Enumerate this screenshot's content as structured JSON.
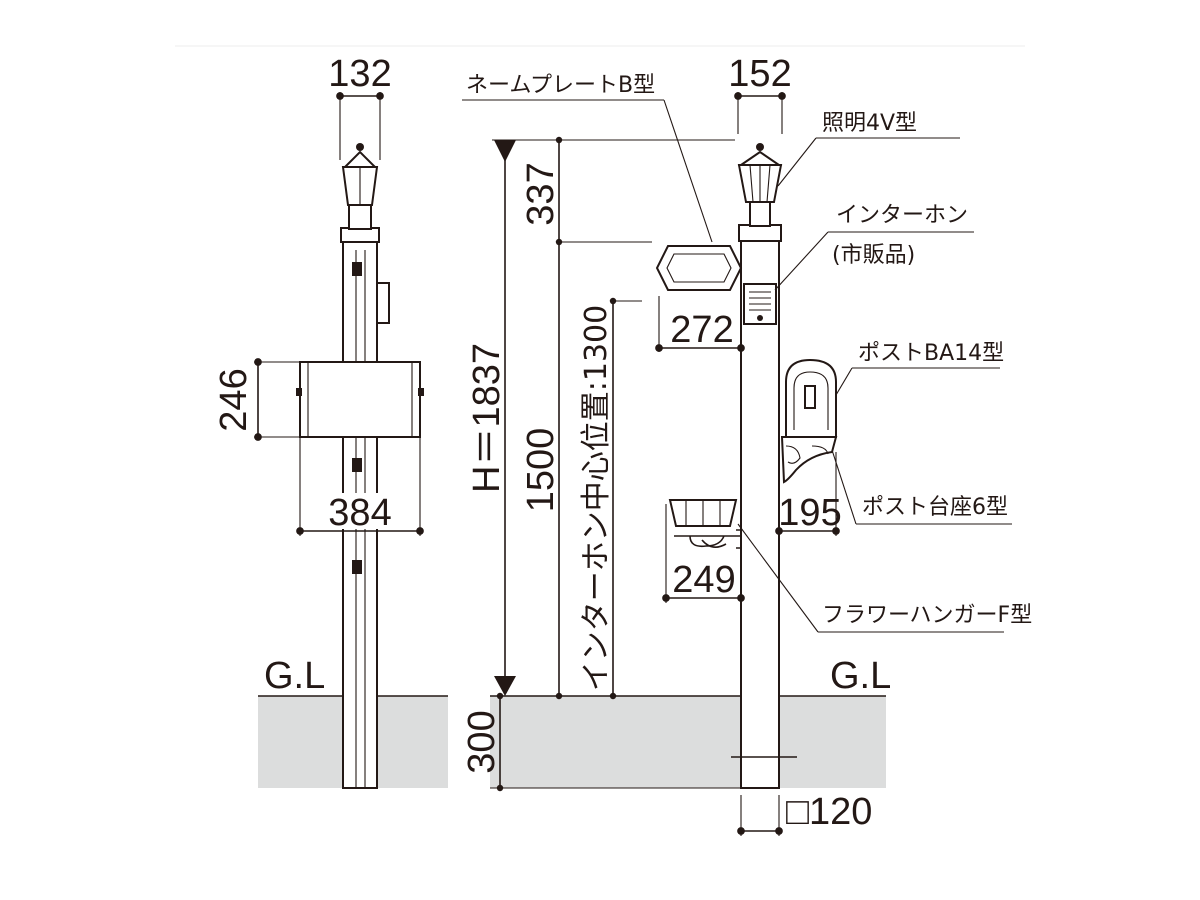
{
  "dimensions": {
    "lamp_width_side": "132",
    "mailbox_height": "246",
    "mailbox_width": "384",
    "lamp_width_front": "152",
    "top_to_intercom": "337",
    "total_height": "H＝1837",
    "intercom_height": "1500",
    "intercom_center": "インターホン中心位置:1300",
    "nameplate_width": "272",
    "post_base_width": "195",
    "flower_hanger_width": "249",
    "embed_depth": "300",
    "post_section": "□120"
  },
  "labels": {
    "nameplate": "ネームプレートB型",
    "lighting": "照明4V型",
    "intercom": "インターホン",
    "intercom_note": "(市販品)",
    "post": "ポストBA14型",
    "post_base": "ポスト台座6型",
    "flower_hanger": "フラワーハンガーF型",
    "ground_left": "G.L",
    "ground_right": "G.L"
  },
  "colors": {
    "line": "#231815",
    "ground": "#dcdddd",
    "background": "#ffffff"
  }
}
